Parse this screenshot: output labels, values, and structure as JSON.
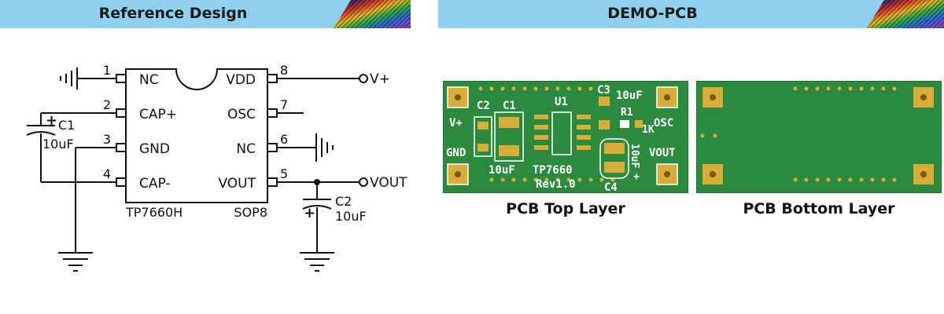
{
  "header_left": {
    "title": "Reference Design"
  },
  "header_right": {
    "title": "DEMO-PCB"
  },
  "schematic": {
    "chip": {
      "part_label": "TP7660H",
      "package_label": "SOP8",
      "pins_left": [
        {
          "num": "1",
          "name": "NC"
        },
        {
          "num": "2",
          "name": "CAP+"
        },
        {
          "num": "3",
          "name": "GND"
        },
        {
          "num": "4",
          "name": "CAP-"
        }
      ],
      "pins_right": [
        {
          "num": "8",
          "name": "VDD"
        },
        {
          "num": "7",
          "name": "OSC"
        },
        {
          "num": "6",
          "name": "NC"
        },
        {
          "num": "5",
          "name": "VOUT"
        }
      ]
    },
    "c1": {
      "ref": "C1",
      "value": "10uF"
    },
    "c2": {
      "ref": "C2",
      "value": "10uF"
    },
    "vplus_label": "V+",
    "vout_label": "VOUT",
    "polarity_plus": "+"
  },
  "pcb_top": {
    "caption": "PCB Top Layer",
    "silk": {
      "c2": "C2",
      "c1": "C1",
      "u1": "U1",
      "c3": "C3",
      "c3_value": "10uF",
      "r1": "R1",
      "r1_value": "1K",
      "vplus": "V+",
      "osc": "OSC",
      "gnd": "GND",
      "vout": "VOUT",
      "c1_value": "10uF",
      "chip": "TP7660",
      "rev": "Rev1.0",
      "c4": "C4",
      "c4_value": "10uF",
      "plus": "+"
    }
  },
  "pcb_bottom": {
    "caption": "PCB Bottom Layer"
  },
  "colors": {
    "header_bg": "#8fd0ee",
    "pcb_green": "#2b8a3e",
    "pcb_green_dark": "#20702f",
    "pad_gold": "#d9ad3a",
    "silkscreen": "#ffffff"
  }
}
